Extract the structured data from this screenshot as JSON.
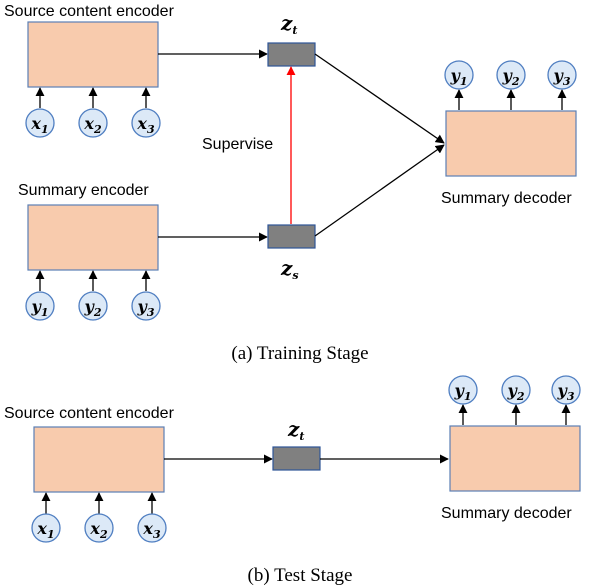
{
  "training": {
    "source_encoder_label": "Source content encoder",
    "summary_encoder_label": "Summary encoder",
    "summary_decoder_label": "Summary decoder",
    "supervise_label": "Supervise",
    "z_t": {
      "base": "z",
      "sub": "t"
    },
    "z_s": {
      "base": "z",
      "sub": "s"
    },
    "source_inputs": [
      {
        "base": "x",
        "sub": "1"
      },
      {
        "base": "x",
        "sub": "2"
      },
      {
        "base": "x",
        "sub": "3"
      }
    ],
    "summary_inputs": [
      {
        "base": "y",
        "sub": "1"
      },
      {
        "base": "y",
        "sub": "2"
      },
      {
        "base": "y",
        "sub": "3"
      }
    ],
    "decoder_outputs": [
      {
        "base": "y",
        "sub": "1"
      },
      {
        "base": "y",
        "sub": "2"
      },
      {
        "base": "y",
        "sub": "3"
      }
    ],
    "caption": "(a) Training Stage"
  },
  "test": {
    "source_encoder_label": "Source content encoder",
    "summary_decoder_label": "Summary decoder",
    "z_t": {
      "base": "z",
      "sub": "t"
    },
    "source_inputs": [
      {
        "base": "x",
        "sub": "1"
      },
      {
        "base": "x",
        "sub": "2"
      },
      {
        "base": "x",
        "sub": "3"
      }
    ],
    "decoder_outputs": [
      {
        "base": "y",
        "sub": "1"
      },
      {
        "base": "y",
        "sub": "2"
      },
      {
        "base": "y",
        "sub": "3"
      }
    ],
    "caption": "(b) Test Stage"
  },
  "colors": {
    "box_fill": "#f8cbad",
    "latent_fill": "#808080",
    "node_fill": "#dce9f7",
    "node_stroke": "#4f7ec1",
    "supervise_arrow": "#ff0000",
    "arrow": "#000000"
  }
}
